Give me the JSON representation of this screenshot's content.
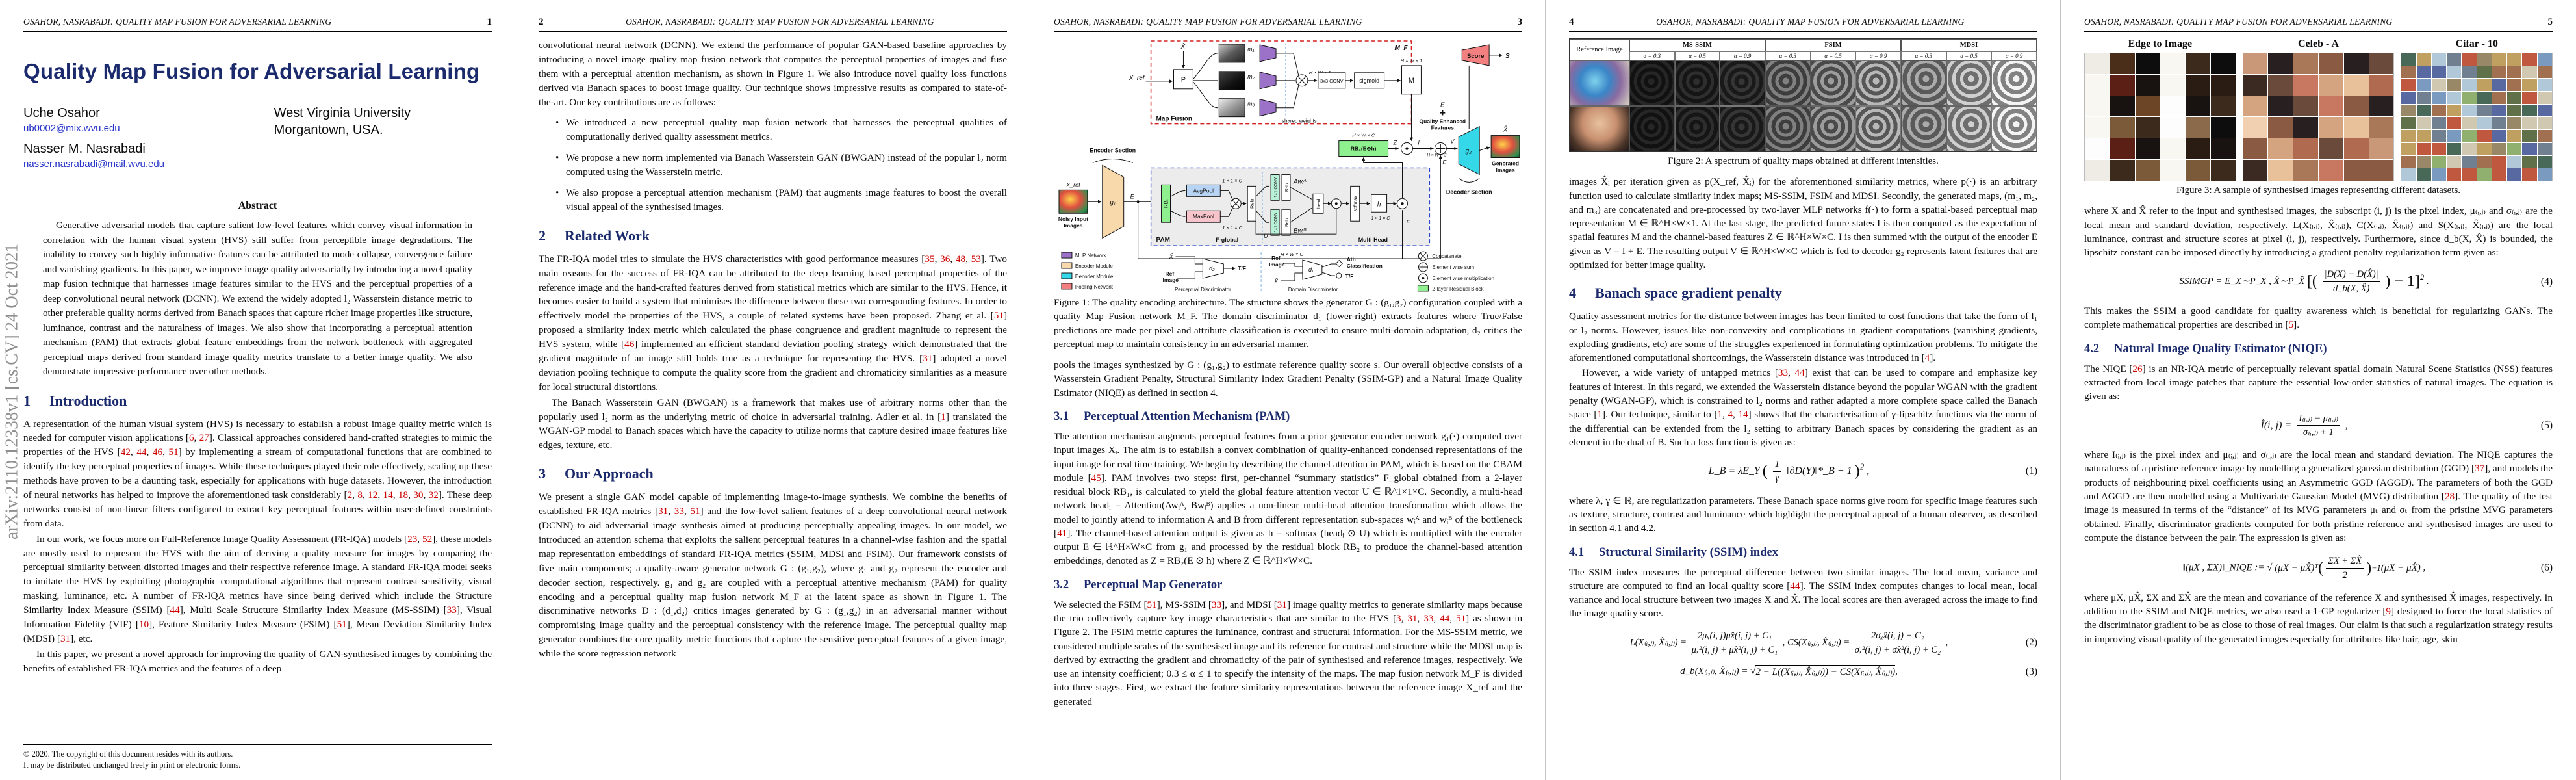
{
  "doc": {
    "running_title": "OSAHOR, NASRABADI: QUALITY MAP FUSION FOR ADVERSARIAL LEARNING",
    "arxiv_sidebar": "arXiv:2110.12338v1  [cs.CV]  24 Oct 2021"
  },
  "p1": {
    "page_num": "1",
    "title": "Quality Map Fusion for Adversarial Learning",
    "author1_name": "Uche Osahor",
    "author1_email": "ub0002@mix.wvu.edu",
    "author2_name": "Nasser M. Nasrabadi",
    "author2_email": "nasser.nasrabadi@mail.wvu.edu",
    "affil1": "West Virginia University",
    "affil2": "Morgantown, USA.",
    "abstract_head": "Abstract",
    "abstract": "Generative adversarial models that capture salient low-level features which convey visual information in correlation with the human visual system (HVS) still suffer from perceptible image degradations. The inability to convey such highly informative features can be attributed to mode collapse, convergence failure and vanishing gradients. In this paper, we improve image quality adversarially by introducing a novel quality map fusion technique that harnesses image features similar to the HVS and the perceptual properties of a deep convolutional neural network (DCNN). We extend the widely adopted l₂ Wasserstein distance metric to other preferable quality norms derived from Banach spaces that capture richer image properties like structure, luminance, contrast and the naturalness of images. We also show that incorporating a perceptual attention mechanism (PAM) that extracts global feature embeddings from the network bottleneck with aggregated perceptual maps derived from standard image quality metrics translate to a better image quality. We also demonstrate impressive performance over other methods.",
    "s1_num": "1",
    "s1_title": "Introduction",
    "para1": "A representation of the human visual system (HVS) is necessary to establish a robust image quality metric which is needed for computer vision applications [6, 27]. Classical approaches considered hand-crafted strategies to mimic the properties of the HVS [42, 44, 46, 51] by implementing a stream of computational functions that are combined to identify the key perceptual properties of images.  While these techniques played their role effectively, scaling up these methods have proven to be a daunting task, especially for applications with huge datasets. However, the introduction of neural networks has helped to improve the aforementioned task considerably [2, 8, 12, 14, 18, 30, 32]. These deep networks consist of non-linear filters configured to extract key perceptual features within user-defined constraints from data.",
    "para2": "In our work, we focus more on Full-Reference Image Quality Assessment (FR-IQA) models [23, 52], these models are mostly used to represent the HVS with the aim of deriving a quality measure for images by comparing the perceptual similarity between distorted images and their respective reference image. A standard FR-IQA model seeks to imitate the HVS by exploiting photographic computational algorithms that represent contrast sensitivity, visual masking, luminance, etc. A number of FR-IQA metrics have since being derived which include the Structure Similarity Index Measure (SSIM) [44], Multi Scale Structure Similarity Index Measure (MS-SSIM) [33], Visual Information Fidelity (VIF) [10], Feature Similarity Index Measure (FSIM) [51], Mean Deviation Similarity Index (MDSI) [31], etc.",
    "para3": "In this paper, we present a novel approach for improving the quality of GAN-synthesised images by combining the benefits of established FR-IQA metrics and the features of a deep",
    "foot1": "© 2020. The copyright of this document resides with its authors.",
    "foot2": "It may be distributed unchanged freely in print or electronic forms."
  },
  "p2": {
    "page_num": "2",
    "para1": "convolutional neural network (DCNN). We extend the performance of popular GAN-based baseline approaches by introducing a novel image quality map fusion network that computes the perceptual properties of images and fuse them with a perceptual attention mechanism, as shown in Figure 1. We also introduce novel quality loss functions derived via Banach spaces to boost image quality. Our technique shows impressive results as compared to state-of-the-art. Our key contributions are as follows:",
    "bullet1": "We introduced a new perceptual quality map fusion network that harnesses the perceptual qualities of computationally derived quality assessment metrics.",
    "bullet2": "We propose a new norm implemented via Banach Wasserstein GAN (BWGAN) instead of the popular l₂ norm computed using the Wasserstein metric.",
    "bullet3": "We also propose a perceptual attention mechanism (PAM) that augments image features to boost the overall visual appeal of the synthesised images.",
    "s2_num": "2",
    "s2_title": "Related Work",
    "rw1": "The FR-IQA model tries to simulate the HVS characteristics with good performance measures [35, 36, 48, 53]. Two main reasons for the success of FR-IQA can be attributed to the deep learning based perceptual properties of the reference image and the hand-crafted features derived from statistical metrics which are similar to the HVS. Hence, it becomes easier to build a system that minimises the difference between these two corresponding features. In order to effectively model the properties of the HVS, a couple of related systems have been proposed.  Zhang et al.  [51] proposed a similarity index metric which calculated the phase congruence and gradient magnitude to represent the HVS system, while [46] implemented an efficient standard deviation pooling strategy which demonstrated that the gradient magnitude of an image still holds true as a technique for representing the HVS. [31] adopted a novel deviation pooling technique to compute the quality score from the gradient and chromaticity similarities as a measure for local structural distortions.",
    "rw2": "The Banach Wasserstein GAN (BWGAN) is a framework that makes use of arbitrary norms other than the popularly used l₂ norm as the underlying metric of choice in adversarial training. Adler et al. in [1] translated the WGAN-GP model to Banach spaces which have the capacity to utilize norms that capture desired image features like edges, texture, etc.",
    "s3_num": "3",
    "s3_title": "Our Approach",
    "oa1": "We present a single GAN model capable of implementing image-to-image synthesis.  We combine the benefits of established FR-IQA metrics [31, 33, 51] and the low-level salient features of a deep convolutional neural network (DCNN) to aid adversarial image synthesis aimed at producing perceptually appealing images. In our model, we introduced an attention schema that exploits the salient perceptual features in a channel-wise fashion and the spatial map representation embeddings of standard FR-IQA metrics (SSIM, MDSI and FSIM). Our framework consists of five main components; a quality-aware generator network G : (g₁,g₂), where g₁ and g₂ represent the encoder and decoder section, respectively. g₁ and g₂ are coupled with a perceptual attentive mechanism (PAM) for quality encoding and a perceptual quality map fusion network M_F at the latent space as shown in Figure 1. The discriminative networks D : (d₁,d₂) critics images generated by G : (g₁,g₂) in an adversarial manner without compromising image quality and the perceptual consistency with the reference image. The perceptual quality map generator combines the core quality metric functions that capture the sensitive perceptual features of a given image, while the score regression network"
  },
  "p3": {
    "page_num": "3",
    "fig1": {
      "xhat_top": "X̂",
      "xref": "X_ref",
      "p_box": "P",
      "m1": "m₁",
      "m2": "m₂",
      "m3": "m₃",
      "mf": "M_F",
      "map_fusion": "Map Fusion",
      "shared": "shared weights",
      "hw1_a": "H × W × 1",
      "conv33": "3x3 CONV",
      "sigmoid": "sigmoid",
      "m_box": "M",
      "hw1_b": "H × W × 1",
      "score": "Score",
      "s_out": "S",
      "e_top": "E",
      "plus": "✚",
      "qef1": "Quality Enhanced",
      "qef2": "Features",
      "rb2": "RB₂(E⊙h)",
      "hwc_a": "H × W × C",
      "z": "Z",
      "i": "I",
      "hwc_b": "H × W × C",
      "v": "V",
      "e_sum": "E",
      "g2": "g₂",
      "xhat_out": "X̂",
      "gen1": "Generated",
      "gen2": "Images",
      "enc_sec": "Encoder Section",
      "dec_sec": "Decoder Section",
      "xref2": "X_ref",
      "noisy1": "Noisy Input",
      "noisy2": "Images",
      "g1": "g₁",
      "e_enc": "E",
      "rb1": "RB₁",
      "avgpool": "AvgPool",
      "maxpool": "MaxPool",
      "c11_a": "1 × 1 × C",
      "c11_b": "1 × 1 × C",
      "relu": "Relu",
      "conv11a": "1x1 CONV",
      "conv11b": "1x1 CONV",
      "relua": "Relu",
      "relub": "Relu",
      "awa": "Awᵢᴬ",
      "bwb": "Bwᵢᴮ",
      "u": "U",
      "head": "head",
      "softmax": "softmax",
      "h": "h",
      "c11_c": "1 × 1 × C",
      "e_mul": "E",
      "hwc_c": "H × W × C",
      "pam": "PAM",
      "fglobal": "F-global",
      "multihead": "Multi Head",
      "leg_mlp": "MLP Network",
      "leg_enc": "Encoder Module",
      "leg_dec": "Decoder Module",
      "leg_pool": "Pooling Network",
      "pd_xhat": "X̂",
      "pd_ref1": "Ref",
      "pd_ref2": "Image",
      "pd_d2": "d₂",
      "pd_tf": "T/F",
      "pd_label": "Perceptual Discriminator",
      "dd_ref1": "Ref",
      "dd_ref2": "Image",
      "dd_xhat": "X̂",
      "dd_d1": "d₁",
      "dd_attr1": "Attr",
      "dd_attr2": "Classification",
      "dd_tf": "T/F",
      "dd_label": "Domain Discriminator",
      "sym_concat": "Concatenate",
      "sym_sum": "Element wise sum",
      "sym_mul": "Element wise multiplication",
      "sym_res": "2-layer Residual Block"
    },
    "cap1": "Figure 1: The quality encoding architecture.  The structure shows the generator G : (g₁,g₂) configuration coupled with a quality Map Fusion network M_F. The domain discriminator d₁ (lower-right) extracts features where True/False predictions are made per pixel and attribute classification is executed to ensure multi-domain adaptation, d₂ critics the perceptual map to maintain consistency in an adversarial manner.",
    "para1": "pools the images synthesized by G : (g₁,g₂) to estimate reference quality score s. Our overall objective consists of a Wasserstein Gradient Penalty, Structural Similarity Index Gradient Penalty (SSIM-GP) and a Natural Image Quality Estimator (NIQE) as defined in section 4.",
    "s31_num": "3.1",
    "s31_title": "Perceptual Attention Mechanism (PAM)",
    "pam1": "The attention mechanism augments perceptual features from a prior generator encoder network g₁(·) computed over input images Xᵢ.  The aim is to establish a convex combination of quality-enhanced condensed representations of the input image for real time training. We begin by describing the channel attention in PAM, which is based on the CBAM module [45].  PAM involves two steps:  first, per-channel “summary statistics” F_global obtained from a 2-layer residual block RB₁, is calculated to yield the global feature attention vector U ∈ ℝ^1×1×C.  Secondly, a multi-head network headᵢ = Attention(Awᵢᴬ, Bwᵢᴮ) applies a non-linear multi-head attention transformation which allows the model to jointly attend to information A and B from different representation sub-spaces wᵢᴬ and wᵢᴮ of the bottleneck [41]. The channel-based attention output is given as h = softmax (headᵢ ⊙ U) which is multiplied with the encoder output E ∈ ℝ^H×W×C from g₁ and processed by the residual block RB₂ to produce the channel-based attention embeddings, denoted as Z = RB₂(E ⊙ h) where Z ∈ ℝ^H×W×C.",
    "s32_num": "3.2",
    "s32_title": "Perceptual Map Generator",
    "pmg1": "We selected the FSIM [51], MS-SSIM [33], and MDSI [31] image quality metrics to generate similarity maps because the trio collectively capture key image characteristics that are similar to the HVS [3, 31, 33, 44, 51] as shown in Figure 2. The FSIM metric captures the luminance, contrast and structural information. For the MS-SSIM metric, we considered multiple scales of the synthesised image and its reference for contrast and structure while the MDSI map is derived by extracting the gradient and chromaticity of the pair of synthesised and reference images, respectively.  We use an intensity coefficient; 0.3 ≤ α ≤ 1 to specify the intensity of the maps.  The map fusion network M_F is divided into three stages.  First, we extract the feature similarity representations between the reference image X_ref and the generated"
  },
  "p4": {
    "page_num": "4",
    "fig2": {
      "ref_head": "Reference  Image",
      "grp1": "MS-SSIM",
      "grp2": "FSIM",
      "grp3": "MDSI",
      "a1": "α = 0.3",
      "a2": "α = 0.5",
      "a3": "α = 0.9"
    },
    "cap2": "Figure 2: A spectrum of quality maps obtained at different intensities.",
    "para1": "images X̂ᵢ per iteration given as p(X_ref, X̂ᵢ) for the aforementioned similarity metrics, where p(·) is an arbitrary function used to calculate similarity index maps; MS-SSIM, FSIM and MDSI. Secondly, the generated maps, (m₁, m₂, and m₃) are concatenated and pre-processed by two-layer MLP networks f(·) to form a spatial-based perceptual map representation M ∈ ℝ^H×W×1. At the last stage, the predicted future states I is then computed as the expectation of spatial features M and the channel-based features Z ∈ ℝ^H×W×C. I is then summed with the output of the encoder E given as V = I + E. The resulting output V ∈ ℝ^H×W×C which is fed to decoder g₂ represents latent features that are optimized for better image quality.",
    "s4_num": "4",
    "s4_title": "Banach space gradient penalty",
    "b1": "Quality assessment metrics for the distance between images has been limited to cost functions that take the form of l₁ or l₂ norms. However, issues like non-convexity and complications in gradient computations (vanishing gradients, exploding gradients, etc) are some of the struggles experienced in formulating optimization problems. To mitigate the aforementioned computational shortcomings, the Wasserstein distance was introduced in [4].",
    "b2": "However, a wide variety of untapped metrics [33, 44] exist that can be used to compare and emphasize key features of interest. In this regard, we extended the Wasserstein distance beyond the popular WGAN with the gradient penalty (WGAN-GP), which is constrained to l₂ norms and rather adapted a more complete space called the Banach space [1].  Our technique, similar to [1, 4, 14] shows that the characterisation of γ-lipschitz functions via the norm of the differential can be extended from the l₂ setting to arbitrary Banach spaces by considering the gradient as an element in the dual of B. Such a loss function is given as:",
    "eq1": {
      "pre": "L_B = λE_Y",
      "open": "(",
      "num": "1",
      "den": "γ",
      "post": "‖∂D(Y)‖*_B − 1",
      "close": ")",
      "sup": "2",
      "tail": ",",
      "label": "(1)"
    },
    "b3": "where λ, γ ∈ ℝ, are regularization parameters.  These Banach space norms give room for specific image features such as texture, structure, contrast and luminance which highlight the perceptual appeal of a human observer, as described in section 4.1 and 4.2.",
    "s41_num": "4.1",
    "s41_title": "Structural Similarity (SSIM) index",
    "ssim1": "The SSIM index measures the perceptual difference between two similar images.  The local mean, variance and structure are computed to find an local quality score [44].  The SSIM index computes changes to local mean, local variance and local structure between two images X and X̂. The local scores are then averaged across the image to find the image quality score.",
    "eq2": {
      "lhs1": "L(X₍ᵢ,ⱼ₎, X̂₍ᵢ,ⱼ₎) =",
      "n1": "2μₓ(i, j)μx̂(i, j) + C₁",
      "d1": "μₓ²(i, j) + μx̂²(i, j) + C₁",
      "lhs2": ",  CS(X₍ᵢ,ⱼ₎, X̂₍ᵢ,ⱼ₎) =",
      "n2": "2σₓx̂(i, j) + C₂",
      "d2": "σₓ²(i, j) + σx̂²(i, j) + C₂",
      "tail": ",",
      "label": "(2)"
    },
    "eq3": {
      "pre": "d_b(X₍ᵢ,ⱼ₎, X̂₍ᵢ,ⱼ₎) = √",
      "rad": "2 − L((X₍ᵢ,ⱼ₎, X̂₍ᵢ,ⱼ₎)) − CS(X₍ᵢ,ⱼ₎, X̂₍ᵢ,ⱼ₎)",
      "tail": ",",
      "label": "(3)"
    }
  },
  "p5": {
    "page_num": "5",
    "fig3": {
      "t1": "Edge to Image",
      "t2": "Celeb - A",
      "t3": "Cifar - 10"
    },
    "cap3": "Figure 3: A sample of synthesised images representing different datasets.",
    "para1": "where X and X̂ refer to the input and synthesised images, the subscript (i, j) is the pixel index, μ₍ᵢ,ⱼ₎ and σ₍ᵢ,ⱼ₎ are the local mean and standard deviation, respectively. L(X₍ᵢ,ⱼ₎, X̂₍ᵢ,ⱼ₎), C(X₍ᵢ,ⱼ₎, X̂₍ᵢ,ⱼ₎) and S(X₍ᵢ,ⱼ₎, X̂₍ᵢ,ⱼ₎) are the local luminance, contrast and structure scores at pixel (i, j), respectively. Furthermore, since d_b(X, X̂) is bounded, the lipschitz constant can be imposed directly by introducing a gradient penalty regularization term given as:",
    "eq4": {
      "pre": "SSIMGP = E_X∼P_X , X̂∼P_X̂",
      "open": "[(",
      "num": "|D(X) − D(X̂)|",
      "den": "d_b(X, X̂)",
      "close": ") − 1]",
      "sup": "2",
      "tail": ".",
      "label": "(4)"
    },
    "para2": "This makes the SSIM a good candidate for quality awareness which is beneficial for regularizing GANs. The complete mathematical properties are described in [5].",
    "s42_num": "4.2",
    "s42_title": "Natural Image Quality Estimator (NIQE)",
    "para3": "The NIQE [26] is an NR-IQA metric of perceptually relevant spatial domain Natural Scene Statistics (NSS) features extracted from local image patches that capture the essential low-order statistics of natural images. The equation is given as:",
    "eq5": {
      "lhs": "Î(i, j) =",
      "num": "I₍ᵢ,ⱼ₎ − μ₍ᵢ,ⱼ₎",
      "den": "σ₍ᵢ,ⱼ₎ + 1",
      "tail": ",",
      "label": "(5)"
    },
    "para4": "where I₍ᵢ,ⱼ₎ is the pixel index and μ₍ᵢ,ⱼ₎ and σ₍ᵢ,ⱼ₎ are the local mean and standard deviation. The NIQE captures the naturalness of a pristine reference image by modelling a generalized gaussian distribution (GGD) [37], and models the products of neighbouring pixel coefficients using an Asymmetric GGD (AGGD). The parameters of both the GGD and AGGD are then modelled using a Multivariate Gaussian Model (MVG) distribution [28]. The quality of the test image is measured in terms of the “distance” of its MVG parameters μₜ and σₜ from the pristine MVG parameters obtained. Finally, discriminator gradients computed for both pristine reference and synthesised images are used to compute the distance between the pair. The expression is given as:",
    "eq6": {
      "pre": "‖(μX , ΣX)‖_NIQE := √",
      "rad_pre": "(μX − μX̂)ᵀ",
      "open": "(",
      "num": "ΣX + ΣX̂",
      "den": "2",
      "close": ")",
      "sup": "−1",
      "rad_post": "(μX − μX̂)",
      "tail": ",",
      "label": "(6)"
    },
    "para5": "where μX, μX̂, ΣX and ΣX̂ are the mean and covariance of the reference X and synthesised X̂ images, respectively.  In addition to the SSIM and NIQE metrics, we also used a 1-GP regularizer [9] designed to force the local statistics of the discriminator gradient to be as close to those of real images.  Our claim is that such a regularization strategy results in improving visual quality of the generated images especially for attributes like hair, age, skin"
  }
}
